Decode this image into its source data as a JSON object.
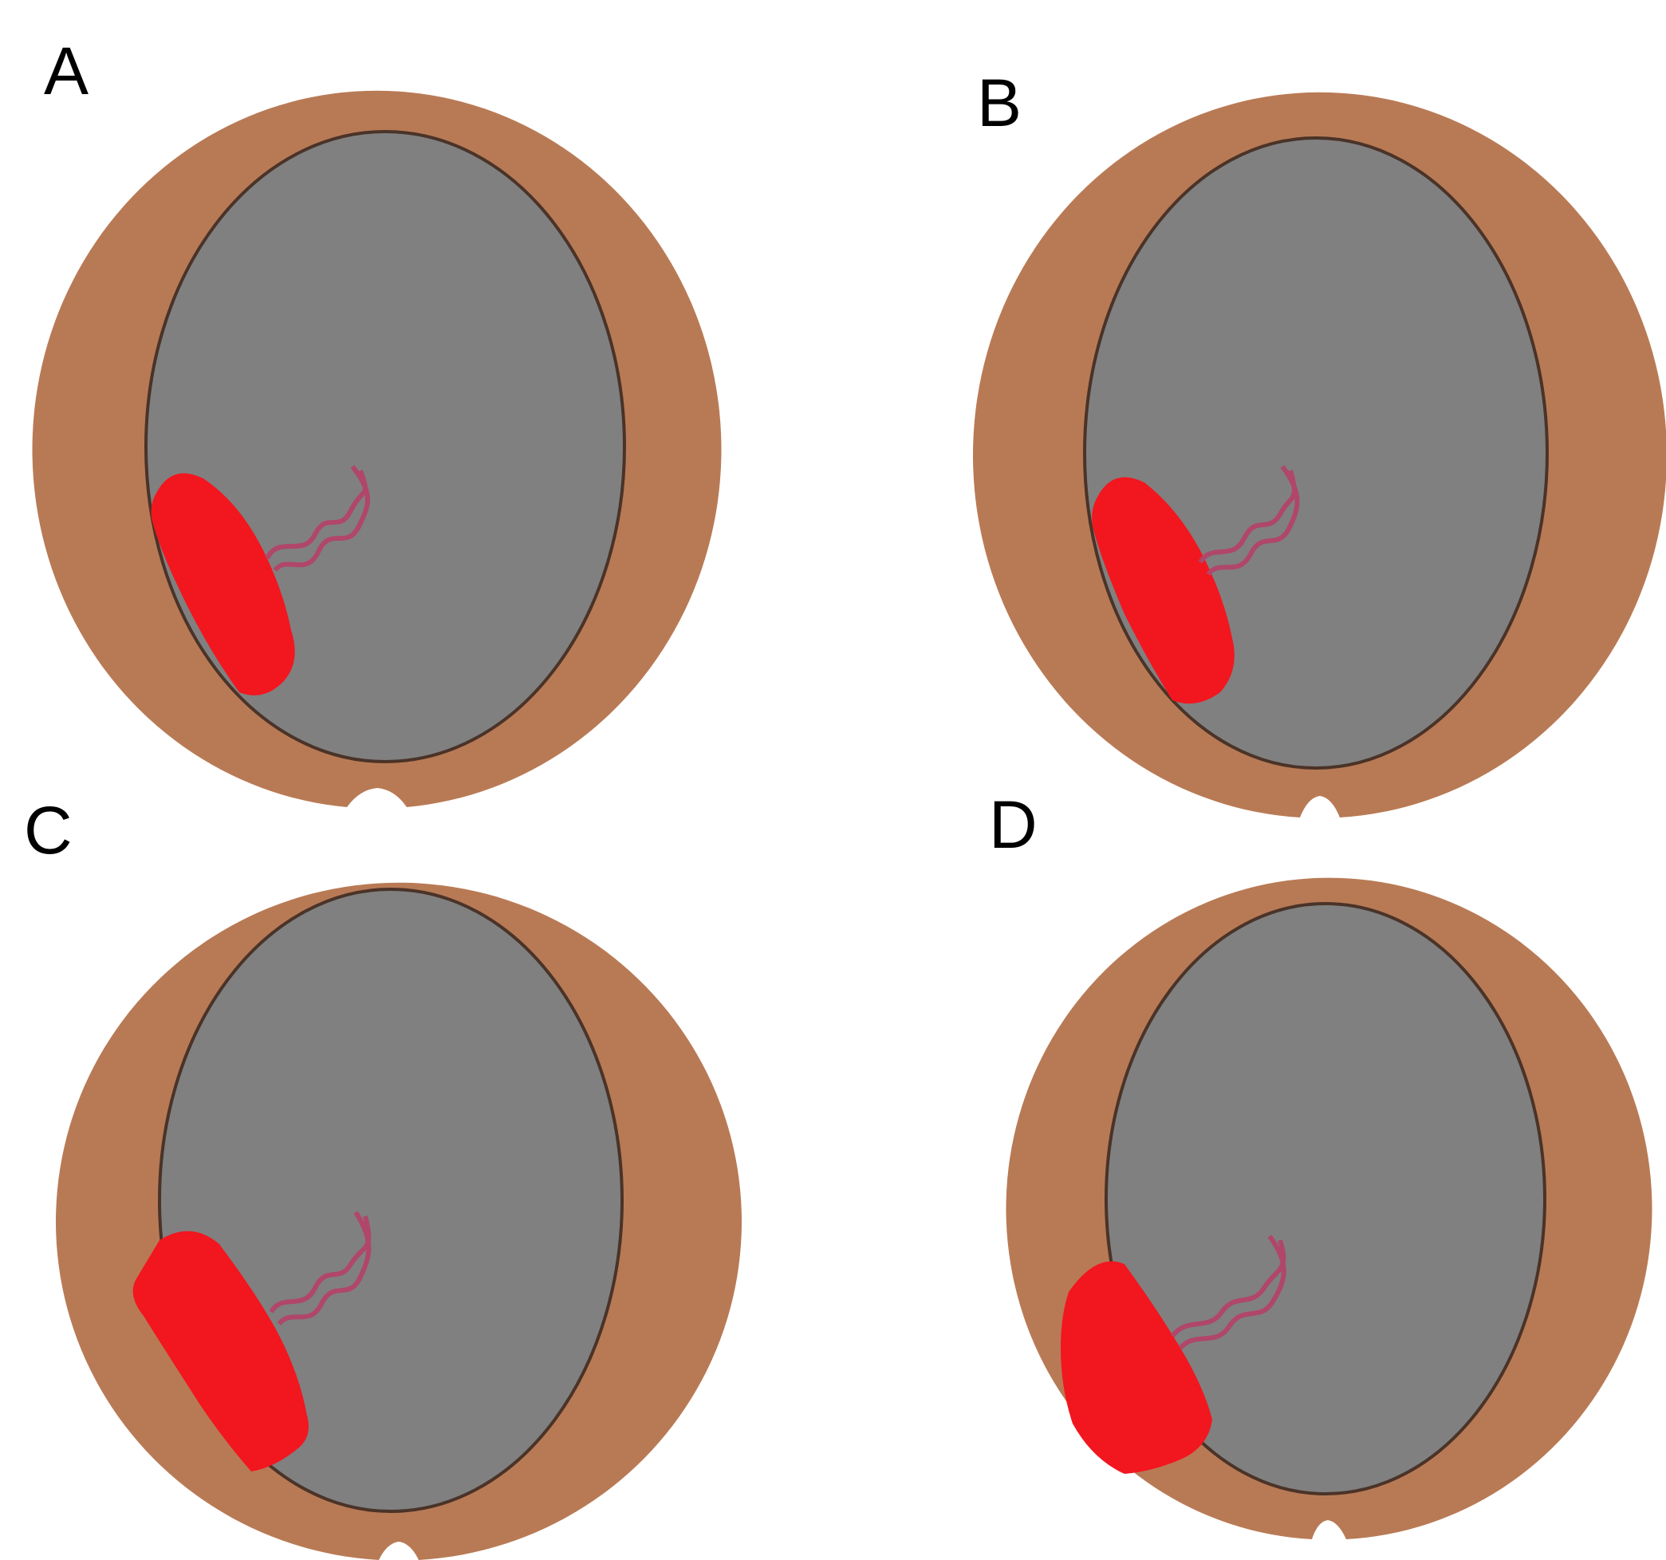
{
  "figure": {
    "panels": [
      {
        "label": "A"
      },
      {
        "label": "B"
      },
      {
        "label": "C"
      },
      {
        "label": "D"
      }
    ],
    "colors": {
      "background": "#ffffff",
      "outer_ring": "#b87a55",
      "inner_chamber": "#808080",
      "chamber_outline": "#4a3328",
      "red_mass": "#f2161f",
      "helix_strand": "#b0466a"
    }
  }
}
